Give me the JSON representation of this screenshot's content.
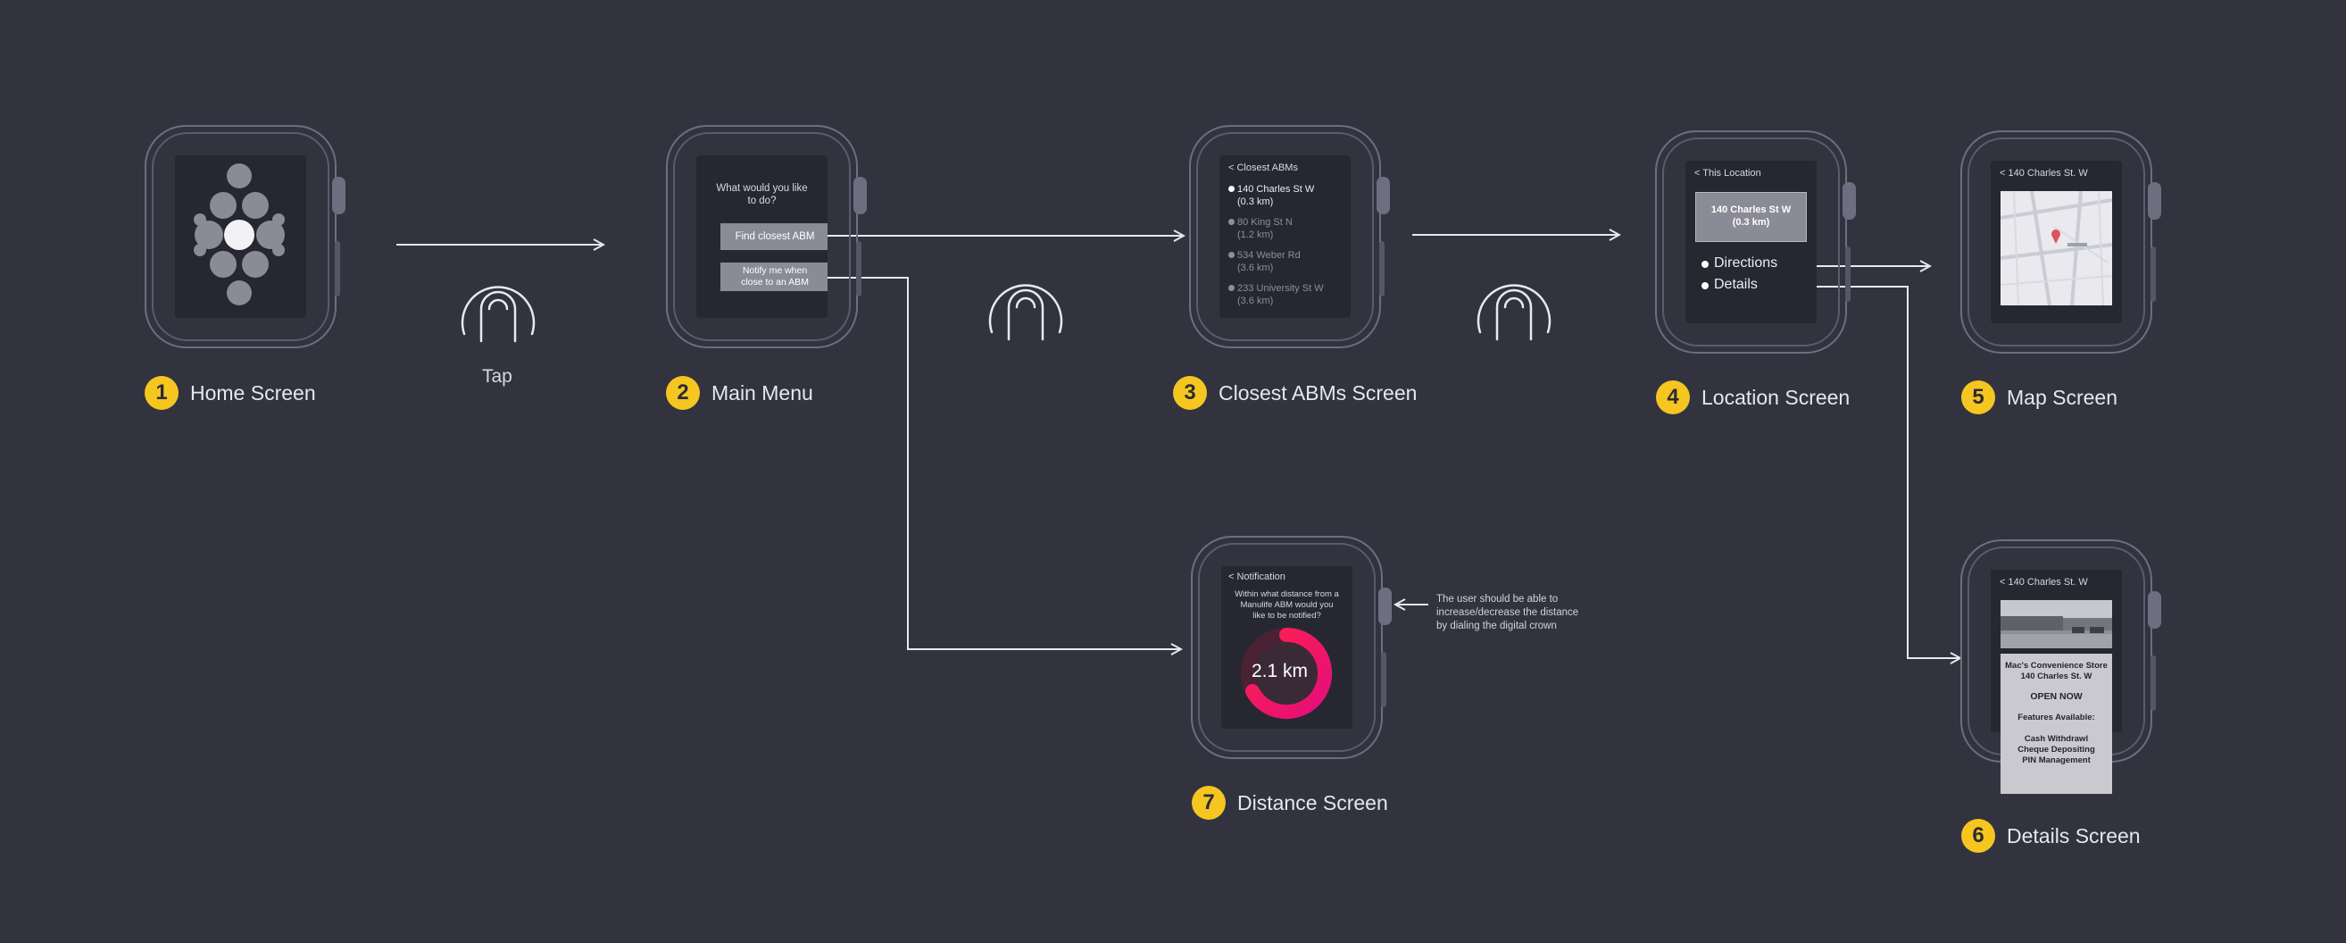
{
  "steps": {
    "s1": {
      "number": "1",
      "label": "Home Screen"
    },
    "s2": {
      "number": "2",
      "label": "Main Menu"
    },
    "s3": {
      "number": "3",
      "label": "Closest ABMs Screen"
    },
    "s4": {
      "number": "4",
      "label": "Location Screen"
    },
    "s5": {
      "number": "5",
      "label": "Map Screen"
    },
    "s6": {
      "number": "6",
      "label": "Details Screen"
    },
    "s7": {
      "number": "7",
      "label": "Distance Screen"
    }
  },
  "tap_label": "Tap",
  "main_menu": {
    "question": "What would you like to do?",
    "find_button": "Find closest ABM",
    "notify_button": "Notify me when close to an ABM"
  },
  "closest": {
    "title": "<  Closest ABMs",
    "items": [
      {
        "name": "140 Charles St W",
        "distance": "(0.3 km)"
      },
      {
        "name": "80 King St N",
        "distance": "(1.2 km)"
      },
      {
        "name": "534 Weber Rd",
        "distance": "(3.6 km)"
      },
      {
        "name": "233 University St W",
        "distance": "(3.6 km)"
      }
    ]
  },
  "location": {
    "title": "<  This Location",
    "box_line1": "140 Charles St W",
    "box_line2": "(0.3 km)",
    "directions": "Directions",
    "details": "Details"
  },
  "map": {
    "title": "<  140 Charles St. W"
  },
  "details": {
    "title": "<  140 Charles St. W",
    "store": "Mac's Convenience Store",
    "address": "140 Charles St. W",
    "status": "OPEN NOW",
    "features_title": "Features Available:",
    "features": [
      "Cash Withdrawl",
      "Cheque Depositing",
      "PIN Management"
    ]
  },
  "notification": {
    "title": "< Notification",
    "question": "Within what distance from a Manulife ABM would you like to be notified?",
    "value": "2.1 km",
    "annotation": "The user should be able to increase/decrease the distance by dialing the digital crown"
  },
  "colors": {
    "background": "#32333f",
    "badge": "#f6c620",
    "ring_start": "#c0124f",
    "ring_end": "#ff1a6e"
  }
}
